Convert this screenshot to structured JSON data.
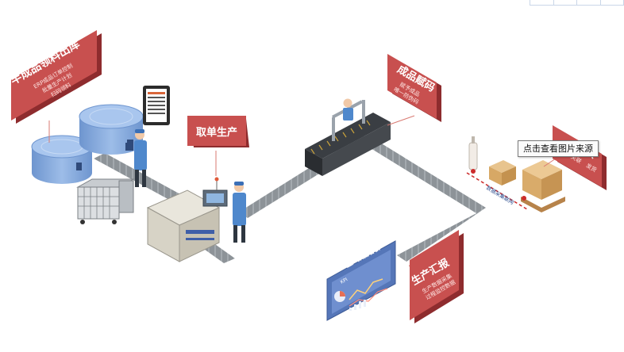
{
  "labels": {
    "semi_title": "半成品领料出库",
    "semi_l1": "ERP成品订单控制",
    "semi_l2": "批量生产计划",
    "semi_l3": "扫码领料",
    "take_title": "取单生产",
    "code_title": "成品赋码",
    "code_l1": "赋予成品",
    "code_l2": "唯一防伪码",
    "link_title": "联",
    "link_l1": "关联",
    "link_l2": "发货",
    "report_title": "生产汇报",
    "report_l1": "生产数据采集",
    "report_l2": "过程监控数据",
    "dashboard_title": "生产数据看板",
    "dashboard_badge": "KPI",
    "conveyor_text": "数据采集联网"
  },
  "tooltip": "点击查看图片来源",
  "colors": {
    "card": "#c8504f",
    "card_dark": "#8e2c2e",
    "conveyor": "#8f969b",
    "blue": "#7ea6db"
  }
}
